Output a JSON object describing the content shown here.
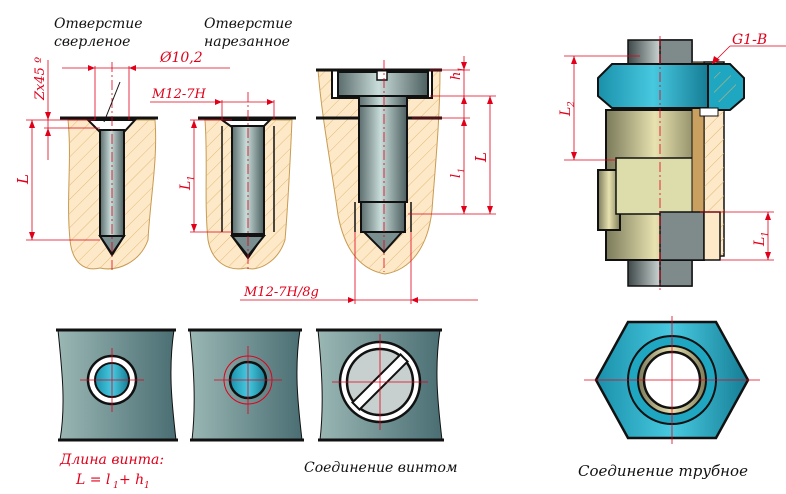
{
  "labels": {
    "drilled_hole_title": [
      "Отверстие",
      "сверленое"
    ],
    "tapped_hole_title": [
      "Отверстие",
      "нарезанное"
    ],
    "chamfer": "Zx45 º",
    "drill_diameter": "Ø10,2",
    "thread_hole": "M12-7H",
    "thread_fit": "M12-7H/8g",
    "dim_L": "L",
    "dim_L1": "L",
    "dim_l1": "l",
    "dim_h1": "h",
    "sub_1": "1",
    "pipe_thread": "G1-B",
    "dim_L2": "L",
    "sub_2": "2",
    "formula_title": "Длина винта:",
    "formula_text": "L = l",
    "formula_plus": " + h",
    "caption_screw": "Соединение винтом",
    "caption_pipe": "Соединение трубное"
  },
  "colors": {
    "accent": "#e0001a",
    "metal": "#7fa1a0",
    "body_fill": "#fde9c8",
    "cyan": "#22b4cf",
    "pipe": "#8a9a9a",
    "outline": "#111111"
  }
}
